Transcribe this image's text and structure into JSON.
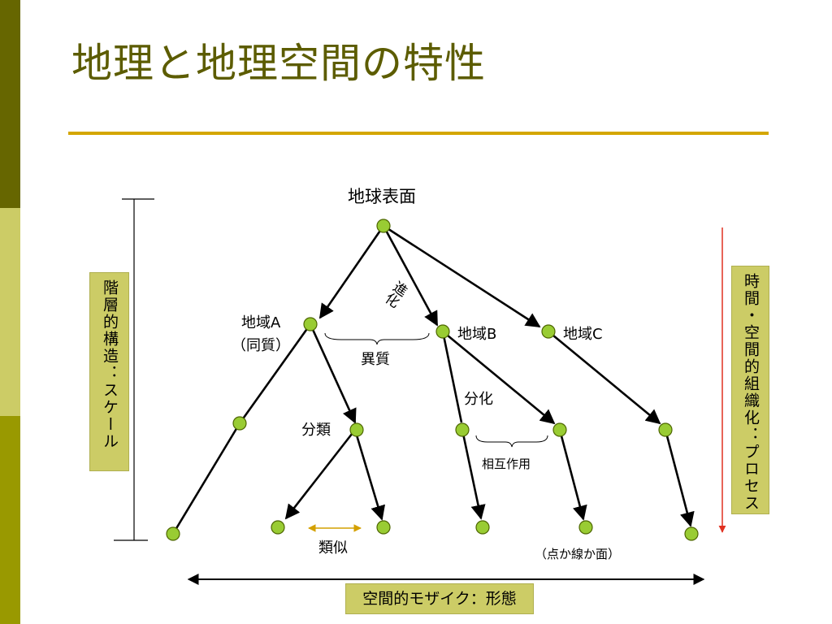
{
  "title": "地理と地理空間の特性",
  "labels": {
    "root": "地球表面",
    "evolution": "進化",
    "region_a": "地域A",
    "region_a_note": "（同質）",
    "heterogeneity": "異質",
    "region_b": "地域B",
    "region_c": "地域C",
    "differentiation": "分化",
    "classification": "分類",
    "interaction": "相互作用",
    "similarity": "類似",
    "spatial_form": "（点か線か面）"
  },
  "side": {
    "left": "階層的構造：スケール",
    "right": "時間・空間的組織化：プロセス",
    "bottom": "空間的モザイク：形態"
  },
  "colors": {
    "node_fill": "#99cc33",
    "node_stroke": "#4d6600",
    "band_dark": "#666600",
    "band_light": "#cccc66",
    "band_mid": "#999900",
    "title_color": "#5c5c00",
    "rule_color": "#d4a600",
    "process_arrow": "#e03020",
    "similarity_arrow": "#d4a000",
    "box_fill": "#cccc66"
  }
}
